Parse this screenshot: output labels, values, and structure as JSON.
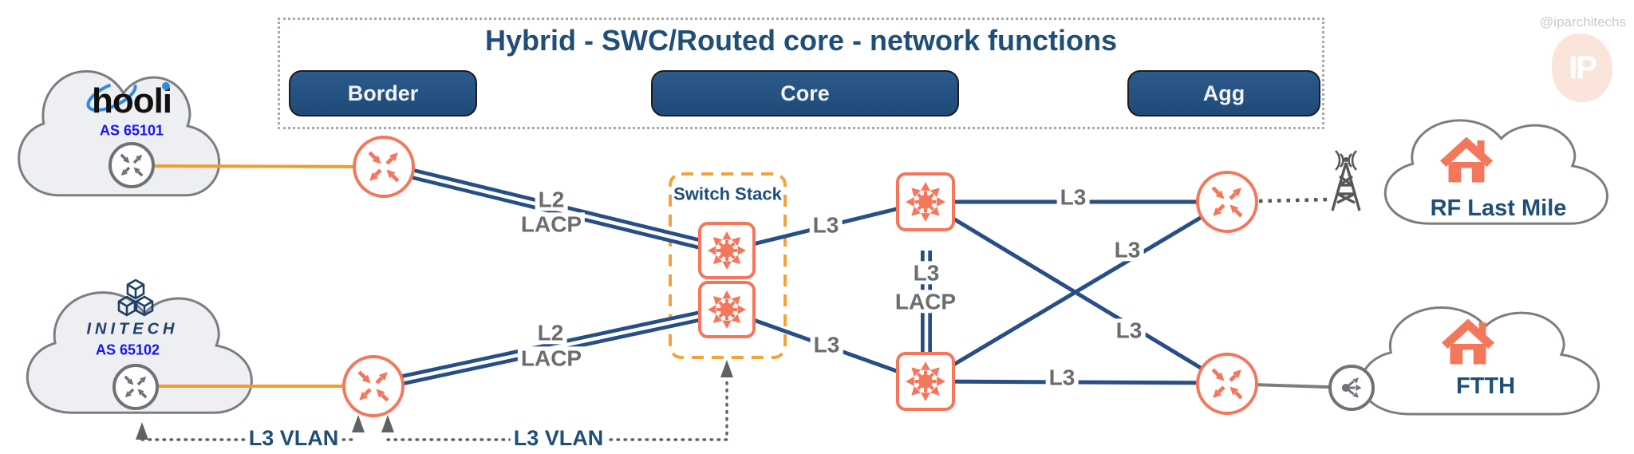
{
  "header": {
    "title": "Hybrid - SWC/Routed core - network functions",
    "sections": [
      {
        "label": "Border"
      },
      {
        "label": "Core"
      },
      {
        "label": "Agg"
      }
    ]
  },
  "watermark": {
    "handle": "@iparchitechs",
    "logo": "IP"
  },
  "clouds": {
    "hooli": {
      "name": "hooli",
      "as_number": "AS 65101"
    },
    "initech": {
      "name": "INITECH",
      "as_number": "AS 65102"
    },
    "rf_last_mile": {
      "label": "RF Last Mile"
    },
    "ftth": {
      "label": "FTTH"
    }
  },
  "switch_stack": {
    "label": "Switch Stack"
  },
  "links": {
    "border1_to_stack": {
      "layer": "L2",
      "protocol": "LACP"
    },
    "border2_to_stack": {
      "layer": "L2",
      "protocol": "LACP"
    },
    "stack_to_core_top": {
      "layer": "L3"
    },
    "stack_to_core_bottom": {
      "layer": "L3"
    },
    "core_interconnect": {
      "layer": "L3",
      "protocol": "LACP"
    },
    "core_top_to_agg_top": {
      "layer": "L3"
    },
    "core_bottom_to_agg_top": {
      "layer": "L3"
    },
    "core_top_to_agg_bottom": {
      "layer": "L3"
    },
    "core_bottom_to_agg_bottom": {
      "layer": "L3"
    },
    "vlan_annotation_left": {
      "label": "L3 VLAN"
    },
    "vlan_annotation_right": {
      "label": "L3 VLAN"
    }
  },
  "colors": {
    "navy": "#1F4E79",
    "link_blue": "#274E87",
    "coral": "#F4775B",
    "amber_dash": "#F2A33C",
    "orange_line": "#F49B2B",
    "label_gray": "#6A6C6E",
    "as_blue": "#1414FF"
  }
}
